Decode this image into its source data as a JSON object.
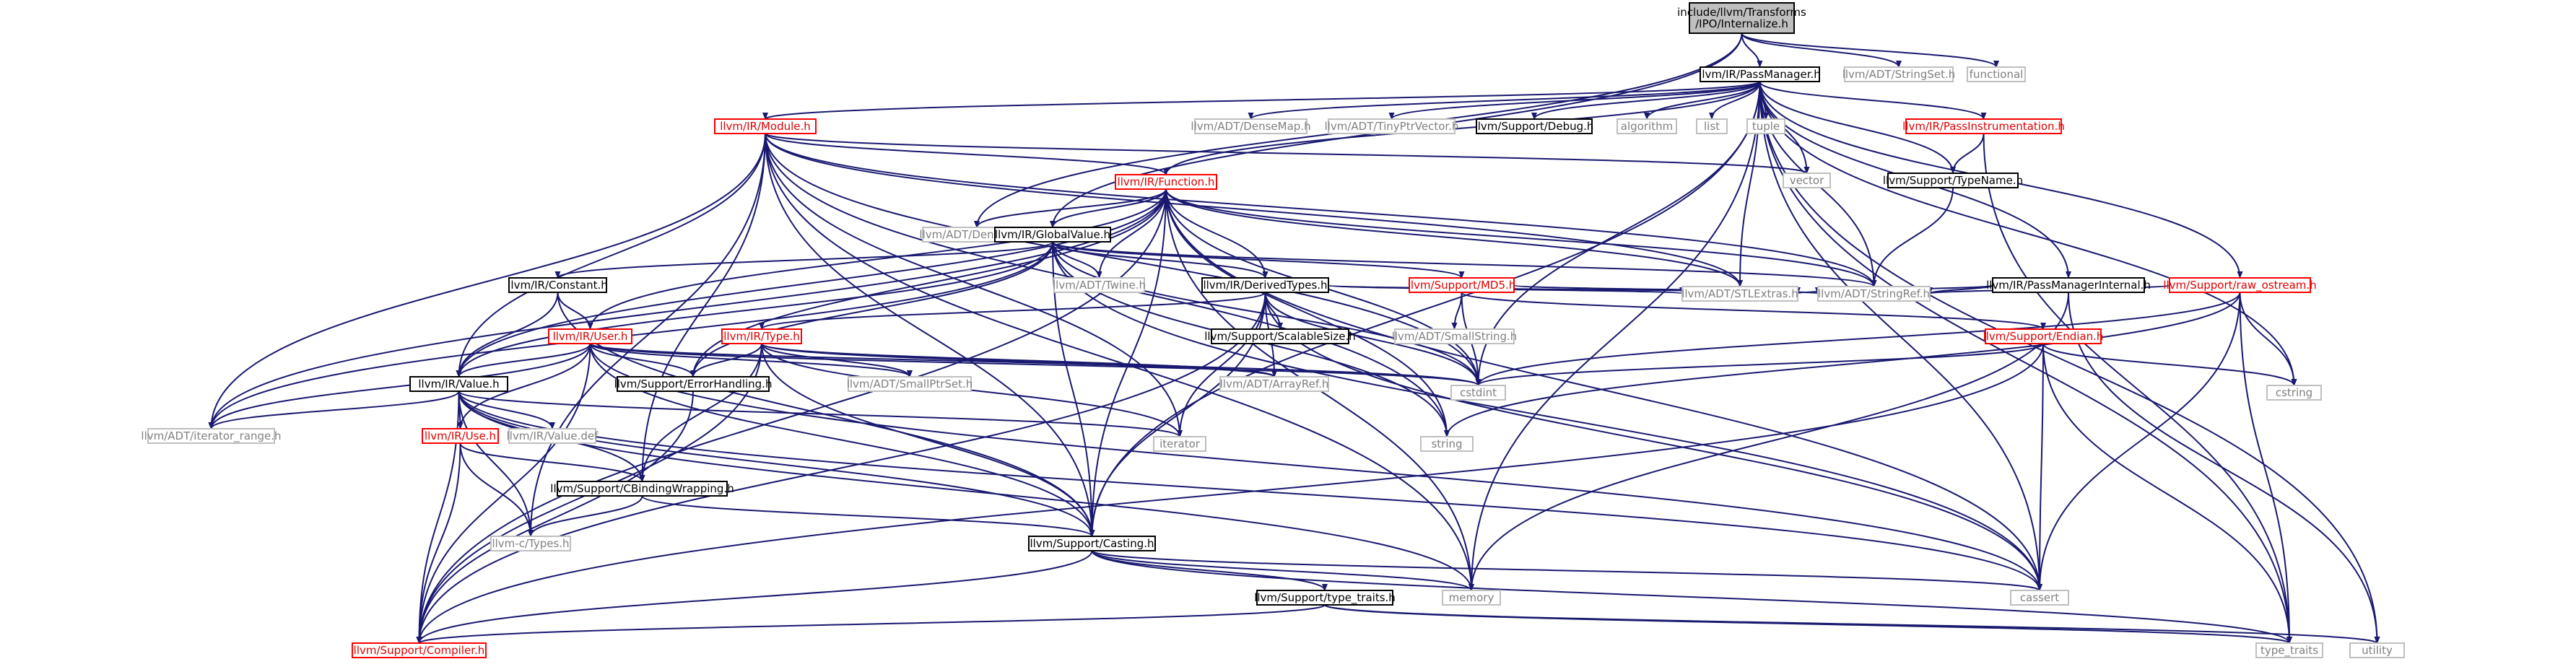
{
  "colors": {
    "edge": "#191970",
    "text_normal": "#000000",
    "text_link_red": "#e00000",
    "text_gray": "#808080",
    "box_normal": "#000000",
    "box_red": "#ff0000",
    "box_gray": "#bfbfbf",
    "root_fill": "#bfbfbf"
  },
  "nodes": [
    {
      "id": "root",
      "label": "include/llvm/Transforms\n/IPO/Internalize.h",
      "style": "root"
    },
    {
      "id": "passmanager",
      "label": "llvm/IR/PassManager.h",
      "style": "normal"
    },
    {
      "id": "stringset",
      "label": "llvm/ADT/StringSet.h",
      "style": "gray"
    },
    {
      "id": "functional",
      "label": "functional",
      "style": "gray"
    },
    {
      "id": "module",
      "label": "llvm/IR/Module.h",
      "style": "red"
    },
    {
      "id": "densemap",
      "label": "llvm/ADT/DenseMap.h",
      "style": "gray"
    },
    {
      "id": "tinyptrvector",
      "label": "llvm/ADT/TinyPtrVector.h",
      "style": "gray"
    },
    {
      "id": "debug",
      "label": "llvm/Support/Debug.h",
      "style": "normal"
    },
    {
      "id": "algorithm",
      "label": "algorithm",
      "style": "gray"
    },
    {
      "id": "list",
      "label": "list",
      "style": "gray"
    },
    {
      "id": "tuple",
      "label": "tuple",
      "style": "gray"
    },
    {
      "id": "passinstr",
      "label": "llvm/IR/PassInstrumentation.h",
      "style": "red"
    },
    {
      "id": "vector",
      "label": "vector",
      "style": "gray"
    },
    {
      "id": "typename",
      "label": "llvm/Support/TypeName.h",
      "style": "normal"
    },
    {
      "id": "function",
      "label": "llvm/IR/Function.h",
      "style": "red"
    },
    {
      "id": "denseset",
      "label": "llvm/ADT/DenseSet.h",
      "style": "gray"
    },
    {
      "id": "globalvalue",
      "label": "llvm/IR/GlobalValue.h",
      "style": "normal"
    },
    {
      "id": "pmi",
      "label": "llvm/IR/PassManagerInternal.h",
      "style": "normal"
    },
    {
      "id": "rawostream",
      "label": "llvm/Support/raw_ostream.h",
      "style": "red"
    },
    {
      "id": "constant",
      "label": "llvm/IR/Constant.h",
      "style": "normal"
    },
    {
      "id": "twine",
      "label": "llvm/ADT/Twine.h",
      "style": "gray"
    },
    {
      "id": "derivedtypes",
      "label": "llvm/IR/DerivedTypes.h",
      "style": "normal"
    },
    {
      "id": "md5",
      "label": "llvm/Support/MD5.h",
      "style": "red"
    },
    {
      "id": "stlextras",
      "label": "llvm/ADT/STLExtras.h",
      "style": "gray"
    },
    {
      "id": "stringref",
      "label": "llvm/ADT/StringRef.h",
      "style": "gray"
    },
    {
      "id": "smallstring",
      "label": "llvm/ADT/SmallString.h",
      "style": "gray"
    },
    {
      "id": "scalablesize",
      "label": "llvm/Support/ScalableSize.h",
      "style": "normal"
    },
    {
      "id": "user",
      "label": "llvm/IR/User.h",
      "style": "red"
    },
    {
      "id": "type",
      "label": "llvm/IR/Type.h",
      "style": "red"
    },
    {
      "id": "endian",
      "label": "llvm/Support/Endian.h",
      "style": "red"
    },
    {
      "id": "errorhandling",
      "label": "llvm/Support/ErrorHandling.h",
      "style": "normal"
    },
    {
      "id": "smallptrset",
      "label": "llvm/ADT/SmallPtrSet.h",
      "style": "gray"
    },
    {
      "id": "arrayref",
      "label": "llvm/ADT/ArrayRef.h",
      "style": "gray"
    },
    {
      "id": "cstdint",
      "label": "cstdint",
      "style": "gray"
    },
    {
      "id": "cstring",
      "label": "cstring",
      "style": "gray"
    },
    {
      "id": "value",
      "label": "llvm/IR/Value.h",
      "style": "normal"
    },
    {
      "id": "iteratorrange",
      "label": "llvm/ADT/iterator_range.h",
      "style": "gray"
    },
    {
      "id": "use",
      "label": "llvm/IR/Use.h",
      "style": "red"
    },
    {
      "id": "valuedef",
      "label": "llvm/IR/Value.def",
      "style": "gray"
    },
    {
      "id": "iterator",
      "label": "iterator",
      "style": "gray"
    },
    {
      "id": "string",
      "label": "string",
      "style": "gray"
    },
    {
      "id": "cbinding",
      "label": "llvm/Support/CBindingWrapping.h",
      "style": "normal"
    },
    {
      "id": "ctypes",
      "label": "llvm-c/Types.h",
      "style": "gray"
    },
    {
      "id": "casting",
      "label": "llvm/Support/Casting.h",
      "style": "normal"
    },
    {
      "id": "memory",
      "label": "memory",
      "style": "gray"
    },
    {
      "id": "cassert",
      "label": "cassert",
      "style": "gray"
    },
    {
      "id": "typetraitsh",
      "label": "llvm/Support/type_traits.h",
      "style": "normal"
    },
    {
      "id": "compiler",
      "label": "llvm/Support/Compiler.h",
      "style": "red"
    },
    {
      "id": "typetraits",
      "label": "type_traits",
      "style": "gray"
    },
    {
      "id": "utility",
      "label": "utility",
      "style": "gray"
    }
  ],
  "edges": [
    [
      "root",
      "passmanager"
    ],
    [
      "root",
      "stringset"
    ],
    [
      "root",
      "functional"
    ],
    [
      "root",
      "globalvalue"
    ],
    [
      "root",
      "denseset"
    ],
    [
      "passmanager",
      "module"
    ],
    [
      "passmanager",
      "densemap"
    ],
    [
      "passmanager",
      "tinyptrvector"
    ],
    [
      "passmanager",
      "debug"
    ],
    [
      "passmanager",
      "algorithm"
    ],
    [
      "passmanager",
      "list"
    ],
    [
      "passmanager",
      "tuple"
    ],
    [
      "passmanager",
      "passinstr"
    ],
    [
      "passmanager",
      "vector"
    ],
    [
      "passmanager",
      "typename"
    ],
    [
      "passmanager",
      "function"
    ],
    [
      "passmanager",
      "pmi"
    ],
    [
      "passmanager",
      "rawostream"
    ],
    [
      "passmanager",
      "stlextras"
    ],
    [
      "passmanager",
      "stringref"
    ],
    [
      "passmanager",
      "cstring"
    ],
    [
      "passmanager",
      "cassert"
    ],
    [
      "passmanager",
      "memory"
    ],
    [
      "passmanager",
      "typetraits"
    ],
    [
      "passmanager",
      "utility"
    ],
    [
      "passmanager",
      "casting"
    ],
    [
      "passmanager",
      "cstdint"
    ],
    [
      "module",
      "function"
    ],
    [
      "module",
      "vector"
    ],
    [
      "module",
      "iteratorrange"
    ],
    [
      "module",
      "ctypes"
    ],
    [
      "module",
      "cbinding"
    ],
    [
      "module",
      "value"
    ],
    [
      "module",
      "stlextras"
    ],
    [
      "module",
      "stringref"
    ],
    [
      "module",
      "cstdint"
    ],
    [
      "module",
      "casting"
    ],
    [
      "module",
      "iterator"
    ],
    [
      "module",
      "string"
    ],
    [
      "module",
      "memory"
    ],
    [
      "passinstr",
      "typename"
    ],
    [
      "passinstr",
      "typetraits"
    ],
    [
      "typename",
      "stringref"
    ],
    [
      "function",
      "denseset"
    ],
    [
      "function",
      "globalvalue"
    ],
    [
      "function",
      "twine"
    ],
    [
      "function",
      "derivedtypes"
    ],
    [
      "function",
      "value"
    ],
    [
      "function",
      "user"
    ],
    [
      "function",
      "stlextras"
    ],
    [
      "function",
      "stringref"
    ],
    [
      "function",
      "cstdint"
    ],
    [
      "function",
      "compiler"
    ],
    [
      "function",
      "iteratorrange"
    ],
    [
      "function",
      "casting"
    ],
    [
      "function",
      "string"
    ],
    [
      "function",
      "memory"
    ],
    [
      "function",
      "cassert"
    ],
    [
      "function",
      "errorhandling"
    ],
    [
      "globalvalue",
      "constant"
    ],
    [
      "globalvalue",
      "twine"
    ],
    [
      "globalvalue",
      "derivedtypes"
    ],
    [
      "globalvalue",
      "md5"
    ],
    [
      "globalvalue",
      "stringref"
    ],
    [
      "globalvalue",
      "value"
    ],
    [
      "globalvalue",
      "errorhandling"
    ],
    [
      "globalvalue",
      "casting"
    ],
    [
      "globalvalue",
      "cstdint"
    ],
    [
      "globalvalue",
      "string"
    ],
    [
      "globalvalue",
      "cassert"
    ],
    [
      "globalvalue",
      "iteratorrange"
    ],
    [
      "pmi",
      "stlextras"
    ],
    [
      "pmi",
      "stringref"
    ],
    [
      "pmi",
      "memory"
    ],
    [
      "pmi",
      "utility"
    ],
    [
      "rawostream",
      "stringref"
    ],
    [
      "rawostream",
      "cassert"
    ],
    [
      "rawostream",
      "cstdint"
    ],
    [
      "rawostream",
      "cstring"
    ],
    [
      "rawostream",
      "string"
    ],
    [
      "rawostream",
      "typetraits"
    ],
    [
      "constant",
      "user"
    ],
    [
      "constant",
      "value"
    ],
    [
      "constant",
      "casting"
    ],
    [
      "derivedtypes",
      "type"
    ],
    [
      "derivedtypes",
      "scalablesize"
    ],
    [
      "derivedtypes",
      "stlextras"
    ],
    [
      "derivedtypes",
      "stringref"
    ],
    [
      "derivedtypes",
      "arrayref"
    ],
    [
      "derivedtypes",
      "casting"
    ],
    [
      "derivedtypes",
      "cassert"
    ],
    [
      "derivedtypes",
      "cstdint"
    ],
    [
      "derivedtypes",
      "compiler"
    ],
    [
      "derivedtypes",
      "iterator"
    ],
    [
      "md5",
      "smallstring"
    ],
    [
      "md5",
      "stringref"
    ],
    [
      "md5",
      "endian"
    ],
    [
      "md5",
      "cstdint"
    ],
    [
      "user",
      "value"
    ],
    [
      "user",
      "use"
    ],
    [
      "user",
      "errorhandling"
    ],
    [
      "user",
      "smallptrset"
    ],
    [
      "user",
      "iteratorrange"
    ],
    [
      "user",
      "casting"
    ],
    [
      "user",
      "compiler"
    ],
    [
      "user",
      "cstdint"
    ],
    [
      "user",
      "cassert"
    ],
    [
      "user",
      "arrayref"
    ],
    [
      "type",
      "errorhandling"
    ],
    [
      "type",
      "smallptrset"
    ],
    [
      "type",
      "arrayref"
    ],
    [
      "type",
      "casting"
    ],
    [
      "type",
      "cbinding"
    ],
    [
      "type",
      "compiler"
    ],
    [
      "type",
      "cstdint"
    ],
    [
      "type",
      "iterator"
    ],
    [
      "endian",
      "cstdint"
    ],
    [
      "endian",
      "cassert"
    ],
    [
      "endian",
      "cstring"
    ],
    [
      "endian",
      "typetraits"
    ],
    [
      "endian",
      "compiler"
    ],
    [
      "errorhandling",
      "compiler"
    ],
    [
      "value",
      "use"
    ],
    [
      "value",
      "valuedef"
    ],
    [
      "value",
      "iteratorrange"
    ],
    [
      "value",
      "cbinding"
    ],
    [
      "value",
      "ctypes"
    ],
    [
      "value",
      "casting"
    ],
    [
      "value",
      "compiler"
    ],
    [
      "value",
      "iterator"
    ],
    [
      "value",
      "memory"
    ],
    [
      "value",
      "cassert"
    ],
    [
      "use",
      "cbinding"
    ],
    [
      "use",
      "ctypes"
    ],
    [
      "use",
      "compiler"
    ],
    [
      "cbinding",
      "ctypes"
    ],
    [
      "cbinding",
      "casting"
    ],
    [
      "casting",
      "typetraitsh"
    ],
    [
      "casting",
      "compiler"
    ],
    [
      "casting",
      "cassert"
    ],
    [
      "casting",
      "memory"
    ],
    [
      "casting",
      "typetraits"
    ],
    [
      "typetraitsh",
      "compiler"
    ],
    [
      "typetraitsh",
      "typetraits"
    ],
    [
      "typetraitsh",
      "utility"
    ]
  ]
}
